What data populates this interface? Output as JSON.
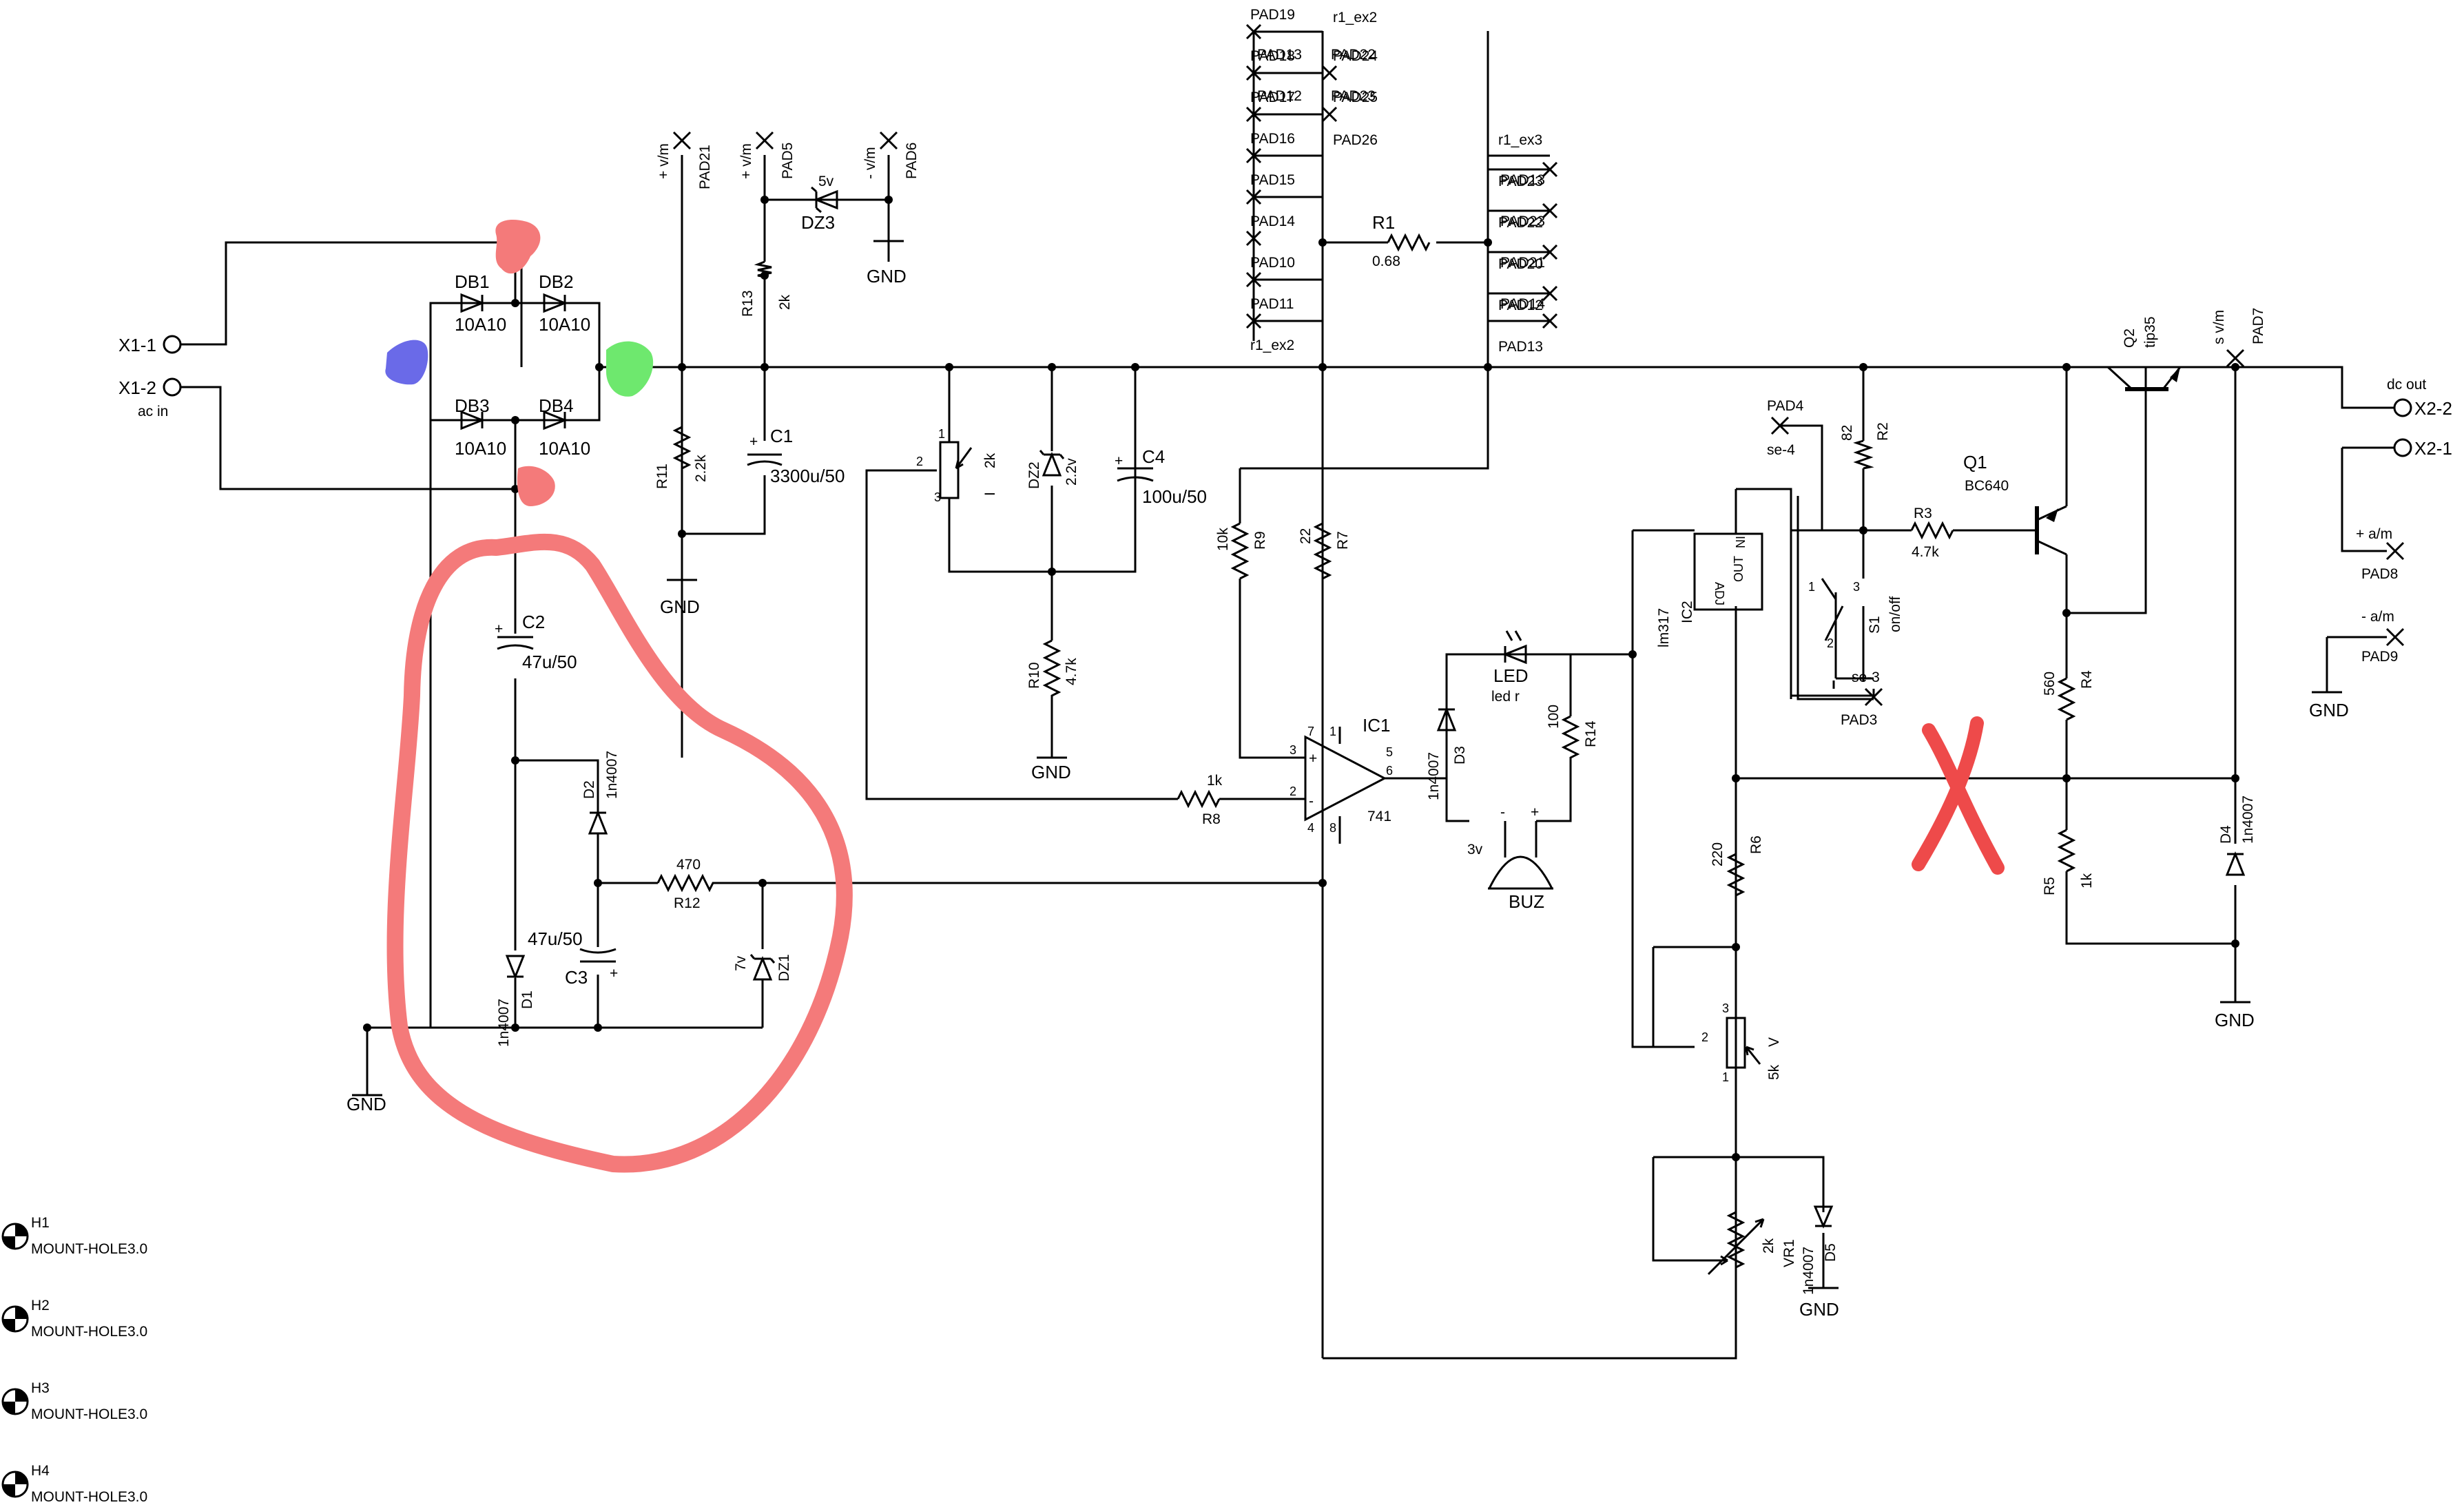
{
  "connectors": {
    "x1_1": "X1-1",
    "x1_2": "X1-2",
    "ac_in": "ac in",
    "x2_2": "X2-2",
    "x2_1": "X2-1",
    "dc_out": "dc out"
  },
  "bridge": {
    "db1": "DB1",
    "db2": "DB2",
    "db3": "DB3",
    "db4": "DB4",
    "db1_v": "10A10",
    "db2_v": "10A10",
    "db3_v": "10A10",
    "db4_v": "10A10"
  },
  "pads": {
    "pad21": "PAD21",
    "pad21_net": "+ v/m",
    "pad5": "PAD5",
    "pad5_net": "+ v/m",
    "pad6": "PAD6",
    "pad6_net": "- v/m",
    "dz3": "DZ3",
    "dz3_v": "5v",
    "pad7": "PAD7",
    "pad7_net": "s v/m",
    "pad8": "PAD8",
    "pad8_net": "+ a/m",
    "pad9": "PAD9",
    "pad9_net": "- a/m",
    "pad4": "PAD4",
    "pad4_net": "se-4",
    "pad3": "PAD3",
    "pad3_net": "se-3",
    "pad13": "PAD13",
    "pad26": "PAD26"
  },
  "pad_stack_left": {
    "top": "PAD19",
    "top_right": "r1_ex2",
    "bottom": "r1_ex2",
    "rows": [
      "PAD18",
      "PAD17",
      "PAD16",
      "PAD15",
      "PAD14",
      "PAD10",
      "PAD11"
    ],
    "rows_over": [
      "PAD13",
      "PAD12",
      "PAD16",
      "PAD15",
      "PAD14",
      "PAD10",
      "PAD11"
    ],
    "right_rows": [
      "PAD24",
      "PAD25"
    ],
    "right_rows_over": [
      "PAD22",
      "PAD23"
    ]
  },
  "pad_stack_right": {
    "top": "r1_ex3",
    "rows": [
      "PAD23",
      "PAD22",
      "PAD20",
      "PAD12"
    ],
    "rows_over": [
      "PAD13",
      "PAD23",
      "PAD21",
      "PAD14"
    ]
  },
  "resistors": {
    "r1": "R1",
    "r1_v": "0.68",
    "r2": "R2",
    "r2_v": "82",
    "r3": "R3",
    "r3_v": "4.7k",
    "r4": "R4",
    "r4_v": "560",
    "r5": "R5",
    "r5_v": "1k",
    "r6": "R6",
    "r6_v": "220",
    "r7": "R7",
    "r7_v": "22",
    "r8": "R8",
    "r8_v": "1k",
    "r9": "R9",
    "r9_v": "10k",
    "r10": "R10",
    "r10_v": "4.7k",
    "r11": "R11",
    "r11_v": "2.2k",
    "r12": "R12",
    "r12_v": "470",
    "r13": "R13",
    "r13_v": "2k",
    "r14": "R14",
    "r14_v": "100"
  },
  "capacitors": {
    "c1": "C1",
    "c1_v": "3300u/50",
    "c2": "C2",
    "c2_v": "47u/50",
    "c3": "C3",
    "c3_v": "47u/50",
    "c4": "C4",
    "c4_v": "100u/50"
  },
  "diodes": {
    "d1": "D1",
    "d1_v": "1n4007",
    "d2": "D2",
    "d2_v": "1n4007",
    "d3": "D3",
    "d3_v": "1n4007",
    "d4": "D4",
    "d4_v": "1n4007",
    "d5": "D5",
    "d5_v": "1n4007",
    "dz1": "DZ1",
    "dz1_v": "7v",
    "dz2": "DZ2",
    "dz2_v": "2.2v",
    "led": "LED",
    "led_v": "led r"
  },
  "actives": {
    "ic1": "IC1",
    "ic1_v": "741",
    "ic2": "IC2",
    "ic2_v": "lm317",
    "ic2_adj": "ADJ",
    "ic2_in": "IN",
    "ic2_out": "OUT",
    "q1": "Q1",
    "q1_v": "BC640",
    "q2": "Q2",
    "q2_v": "tip35",
    "s1": "S1",
    "s1_v": "on/off",
    "buz": "BUZ",
    "buz_v": "3v",
    "vr1": "VR1",
    "vr1_v": "2k",
    "pot1_v": "2k",
    "pot1_id": "I",
    "pot2_v": "5k",
    "pot2_id": "V"
  },
  "pins": {
    "op_7": "7",
    "op_1": "1",
    "op_5": "5",
    "op_6": "6",
    "op_3": "3",
    "op_2": "2",
    "op_4": "4",
    "op_8": "8",
    "op_plus": "+",
    "op_minus": "-",
    "pot1_1": "1",
    "pot1_2": "2",
    "pot1_3": "3",
    "pot2_1": "1",
    "pot2_2": "2",
    "pot2_3": "3",
    "s1_1": "1",
    "s1_2": "2",
    "s1_3": "3",
    "buz_minus": "-",
    "buz_plus": "+",
    "c_plus": "+"
  },
  "gnd": "GND",
  "mount_holes": [
    {
      "id": "H1",
      "label": "MOUNT-HOLE3.0"
    },
    {
      "id": "H2",
      "label": "MOUNT-HOLE3.0"
    },
    {
      "id": "H3",
      "label": "MOUNT-HOLE3.0"
    },
    {
      "id": "H4",
      "label": "MOUNT-HOLE3.0"
    }
  ],
  "annotation_colors": {
    "red": "#f47a7a",
    "blue": "#6a6ae8",
    "green": "#6ee86e",
    "cross": "#ee4a4a"
  }
}
